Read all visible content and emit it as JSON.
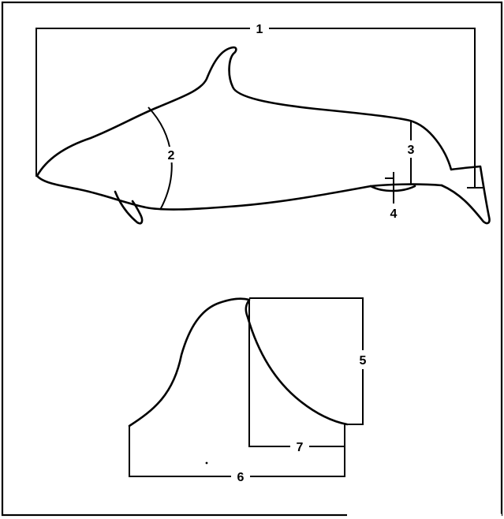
{
  "figure": {
    "labels": {
      "m1": "1",
      "m2": "2",
      "m3": "3",
      "m4": "4",
      "m5": "5",
      "m6": "6",
      "m7": "7"
    }
  }
}
